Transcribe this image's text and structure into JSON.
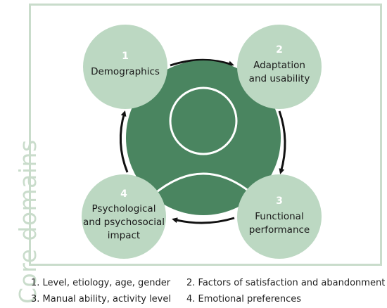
{
  "side_label": "Core domains",
  "domains": [
    {
      "number": "1",
      "lines": [
        "Demographics"
      ]
    },
    {
      "number": "2",
      "lines": [
        "Adaptation",
        "and usability"
      ]
    },
    {
      "number": "3",
      "lines": [
        "Functional",
        "performance"
      ]
    },
    {
      "number": "4",
      "lines": [
        "Psychological",
        "and psychosocial",
        "impact"
      ]
    }
  ],
  "legend": [
    "1. Level, etiology, age, gender",
    "2. Factors of satisfaction and abandonment",
    "3. Manual ability, activity level",
    "4. Emotional preferences"
  ],
  "colors": {
    "frame": "#c9dccb",
    "center": "#4a8560",
    "bubble": "#bcd8c2",
    "arrow": "#111111"
  }
}
